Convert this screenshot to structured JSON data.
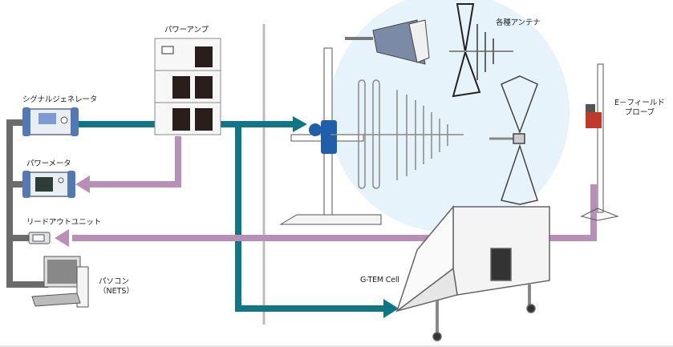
{
  "title": "G-TEM Cell / アンテナ 試験システム構成",
  "colors": {
    "signal_line": "#0e7685",
    "feedback_line": "#b88fb6",
    "control_line": "#6b6b6b",
    "divider": "#bbbbbb",
    "antenna_zone": "#e6f3fb"
  },
  "labels": {
    "signal_generator": "シグナルジェネレータ",
    "power_meter": "パワーメータ",
    "readout_unit": "リードアウトユニット",
    "pc_line1": "パソコン",
    "pc_line2": "（NETS）",
    "power_amp": "パワーアンプ",
    "antennas": "各種アンテナ",
    "probe_line1": "E－フィールド",
    "probe_line2": "プローブ",
    "gtem": "G-TEM Cell"
  },
  "icons": [
    "signal-generator-icon",
    "power-meter-icon",
    "readout-unit-icon",
    "pc-icon",
    "power-amp-icon",
    "horn-antenna-icon",
    "log-periodic-antenna-icon",
    "biconical-antenna-icon",
    "bowtie-antenna-icon",
    "antenna-mast-icon",
    "field-probe-icon",
    "gtem-cell-icon"
  ]
}
